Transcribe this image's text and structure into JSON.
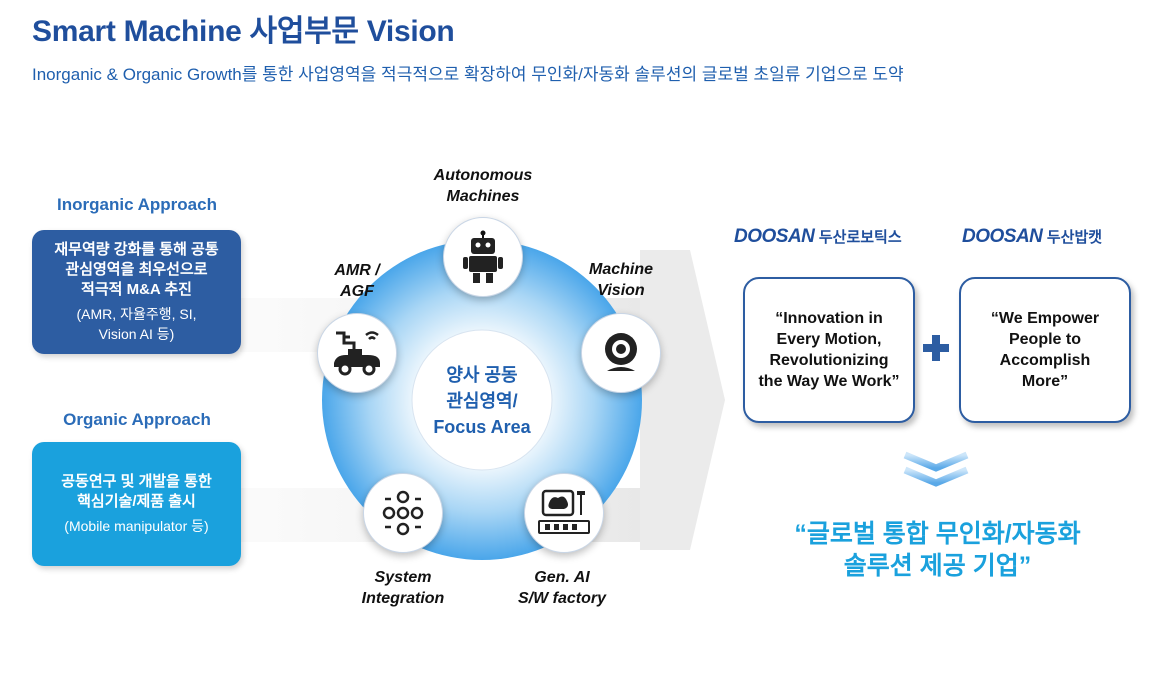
{
  "header": {
    "title": "Smart Machine 사업부문 Vision",
    "subtitle": "Inorganic & Organic Growth를 통한 사업영역을 적극적으로 확장하여 무인화/자동화 솔루션의 글로벌 초일류 기업으로 도약"
  },
  "approaches": {
    "inorganic": {
      "label": "Inorganic Approach",
      "line1": "재무역량 강화를 통해 공통",
      "line2": "관심영역을 최우선으로",
      "line3": "적극적 M&A 추진",
      "detail1": "(AMR, 자율주행, SI,",
      "detail2": "Vision AI 등)"
    },
    "organic": {
      "label": "Organic Approach",
      "line1": "공동연구 및 개발을 통한",
      "line2": "핵심기술/제품 출시",
      "detail1": "(Mobile manipulator 등)"
    }
  },
  "center": {
    "line1": "양사 공동",
    "line2": "관심영역/",
    "line3": "Focus Area"
  },
  "nodes": [
    {
      "line1": "Autonomous",
      "line2": "Machines",
      "icon": "robot-icon"
    },
    {
      "line1": "Machine",
      "line2": "Vision",
      "icon": "camera-icon"
    },
    {
      "line1": "Gen. AI",
      "line2": "S/W factory",
      "icon": "ai-brain-icon"
    },
    {
      "line1": "System",
      "line2": "Integration",
      "icon": "gears-icon"
    },
    {
      "line1": "AMR /",
      "line2": "AGF",
      "icon": "vehicle-icon"
    }
  ],
  "companies": [
    {
      "brand": "DOOSAN",
      "name": "두산로보틱스",
      "quote1": "“Innovation in",
      "quote2": "Every Motion,",
      "quote3": "Revolutionizing",
      "quote4": "the Way We Work”"
    },
    {
      "brand": "DOOSAN",
      "name": "두산밥캣",
      "quote1": "“We Empower",
      "quote2": "People to",
      "quote3": "Accomplish",
      "quote4": "More”"
    }
  ],
  "result": {
    "line1": "“글로벌 통합 무인화/자동화",
    "line2": "솔루션 제공 기업”"
  },
  "colors": {
    "navy": "#1f4e9c",
    "dark_box": "#2d5da2",
    "light_box": "#1aa1dd",
    "accent": "#1f5fae"
  }
}
